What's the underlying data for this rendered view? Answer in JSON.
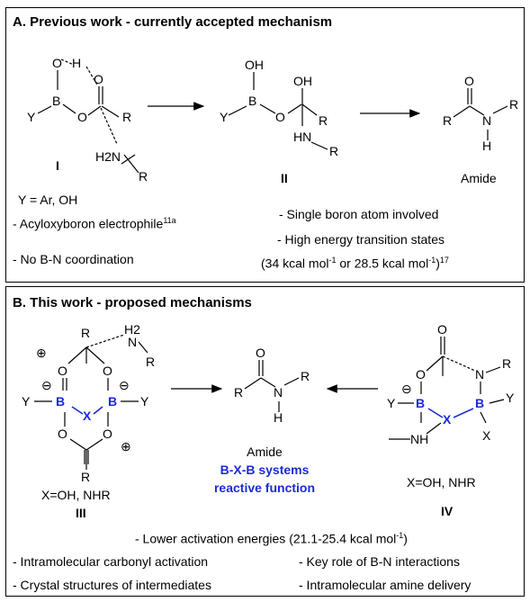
{
  "panel_a": {
    "title": "A. Previous work - currently accepted mechanism",
    "label_I": "I",
    "label_II": "II",
    "product": "Amide",
    "y_definition": "Y = Ar, OH",
    "notes_left": [
      {
        "text": "- Acyloxyboron electrophile",
        "sup": "11a"
      },
      {
        "text": "- No B-N coordination",
        "sup": ""
      }
    ],
    "notes_right": [
      "- Single boron atom involved",
      "- High energy transition states"
    ],
    "energy_line": {
      "a": "(34 kcal mol",
      "sup1": "-1",
      "b": " or 28.5 kcal mol",
      "sup2": "-1",
      "c": ")",
      "ref": "17"
    }
  },
  "panel_b": {
    "title": "B. This work - proposed mechanisms",
    "label_III": "III",
    "label_IV": "IV",
    "x_def_left": "X=OH, NHR",
    "x_def_right": "X=OH, NHR",
    "product": "Amide",
    "bxb": "B-X-B systems",
    "bxb_sub": "reactive function",
    "energy": {
      "text": "- Lower activation energies (21.1-25.4 kcal mol",
      "sup": "-1",
      "end": ")"
    },
    "notes": [
      "- Intramolecular carbonyl activation",
      "- Key role of B-N interactions",
      "- Crystal structures of intermediates",
      "- Intramolecular amine delivery"
    ]
  },
  "atoms": {
    "O": "O",
    "H": "H",
    "B": "B",
    "Y": "Y",
    "R": "R",
    "N": "N",
    "X": "X",
    "H2N": "H2N",
    "H2": "H2",
    "OH": "OH",
    "HN": "HN",
    "NH": "NH",
    "plus": "⊕",
    "minus": "⊖"
  }
}
